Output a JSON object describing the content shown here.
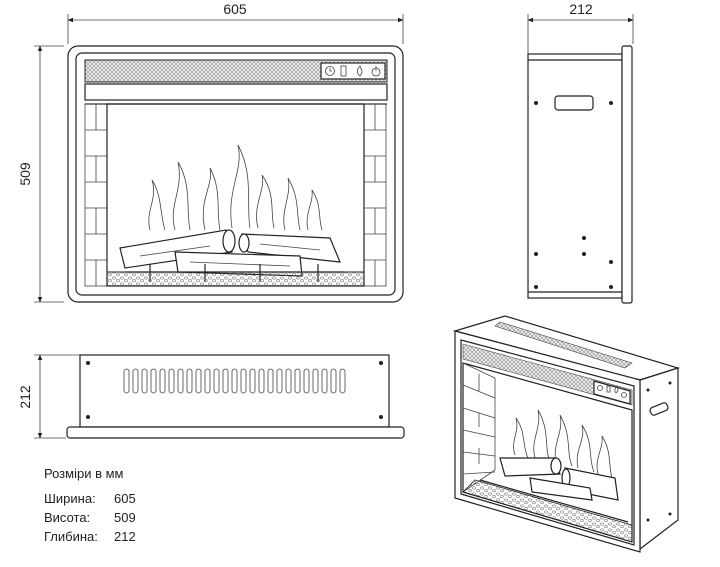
{
  "dimensions": {
    "front_width": "605",
    "front_height": "509",
    "side_depth": "212",
    "top_depth": "212"
  },
  "spec": {
    "title": "Розміри в мм",
    "rows": [
      {
        "label": "Ширина:",
        "value": "605"
      },
      {
        "label": "Висота:",
        "value": "509"
      },
      {
        "label": "Глибина:",
        "value": "212"
      }
    ]
  },
  "control_icons": [
    "clock-icon",
    "thermometer-icon",
    "flame-icon",
    "power-icon"
  ]
}
